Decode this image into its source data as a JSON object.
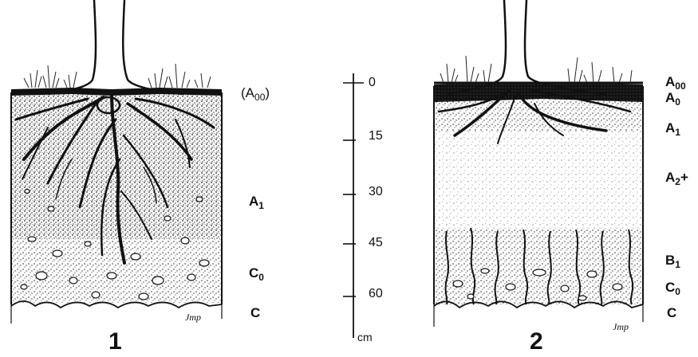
{
  "profile_1": {
    "number": "1",
    "signature": "Jmp",
    "horizons": [
      {
        "base": "A",
        "sub": "00",
        "prefix": "(",
        "suffix": ")"
      },
      {
        "base": "A",
        "sub": "1",
        "prefix": "",
        "suffix": ""
      },
      {
        "base": "C",
        "sub": "0",
        "prefix": "",
        "suffix": ""
      },
      {
        "base": "C",
        "sub": "",
        "prefix": "",
        "suffix": ""
      }
    ]
  },
  "profile_2": {
    "number": "2",
    "signature": "Jmp",
    "horizons": [
      {
        "base": "A",
        "sub": "00",
        "prefix": "",
        "suffix": ""
      },
      {
        "base": "A",
        "sub": "0",
        "prefix": "",
        "suffix": ""
      },
      {
        "base": "A",
        "sub": "1",
        "prefix": "",
        "suffix": ""
      },
      {
        "base": "A",
        "sub": "2",
        "prefix": "",
        "suffix": "+"
      },
      {
        "base": "B",
        "sub": "1",
        "prefix": "",
        "suffix": ""
      },
      {
        "base": "C",
        "sub": "0",
        "prefix": "",
        "suffix": ""
      },
      {
        "base": "C",
        "sub": "",
        "prefix": "",
        "suffix": ""
      }
    ]
  },
  "scale": {
    "unit": "cm",
    "ticks": [
      "0",
      "15",
      "30",
      "45",
      "60"
    ]
  }
}
